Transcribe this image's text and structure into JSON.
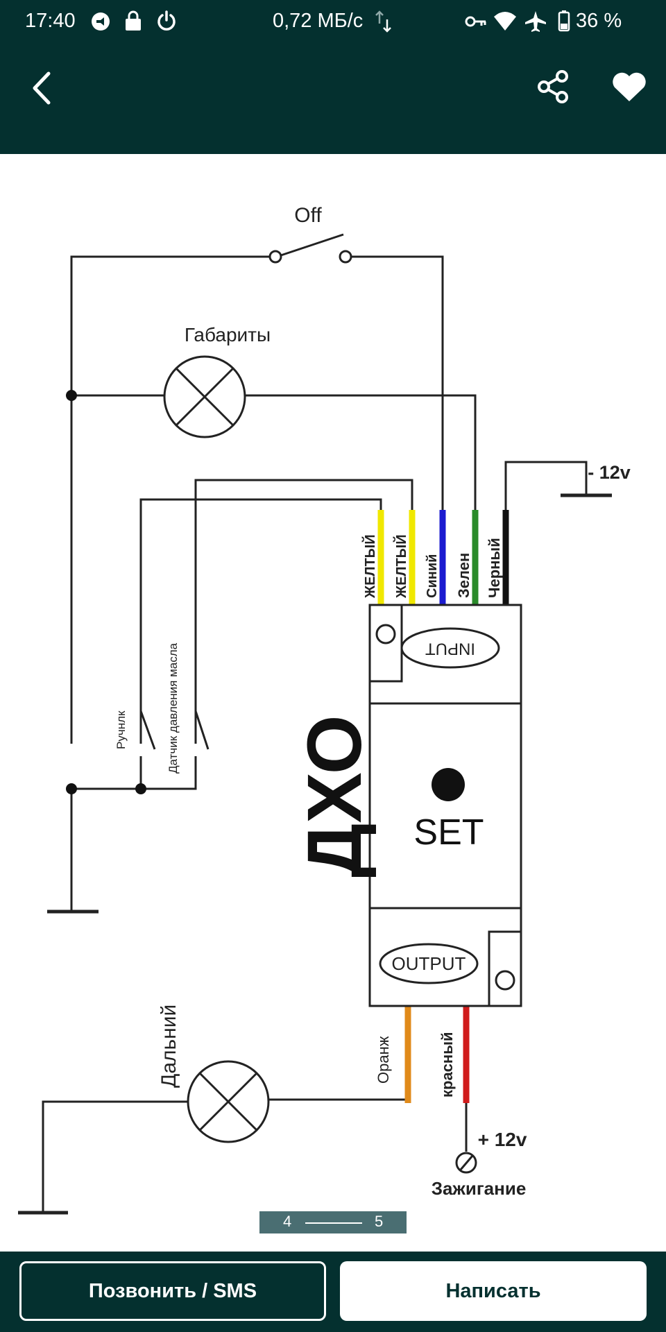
{
  "status_bar": {
    "time": "17:40",
    "speed": "0,72 МБ/с",
    "battery": "36 %",
    "icons": [
      "whatsapp-icon",
      "lock-icon",
      "power-icon",
      "data-arrows-icon",
      "key-icon",
      "wifi-icon",
      "airplane-icon",
      "battery-icon"
    ]
  },
  "app_bar": {
    "back_icon": "arrow-back-icon",
    "share_icon": "share-icon",
    "favorite_icon": "heart-icon"
  },
  "image": {
    "switch_label": "Off",
    "lamp_top_label": "Габариты",
    "wires": [
      "ЖЕЛТЫЙ",
      "ЖЕЛТЫЙ",
      "Синий",
      "Зелен",
      "Черный"
    ],
    "wire_colors": [
      "#f0e800",
      "#f0e800",
      "#1b1bd0",
      "#2a8a2a",
      "#111111"
    ],
    "ground_label": "- 12v",
    "input_label": "INPUT",
    "handbrake_label": "Ручнлк",
    "oil_label": "Датчик давления масла",
    "device_label": "ДХО",
    "set_label": "SET",
    "output_label": "OUTPUT",
    "lamp_bottom_label": "Дальний",
    "out_wires": [
      "Оранж",
      "красный"
    ],
    "out_wire_colors": [
      "#e08a1a",
      "#d01c1c"
    ],
    "plus_label": "+ 12v",
    "ignition_label": "Зажигание"
  },
  "pager": {
    "current": "4",
    "total": "5"
  },
  "actions": {
    "call_label": "Позвонить / SMS",
    "write_label": "Написать"
  }
}
